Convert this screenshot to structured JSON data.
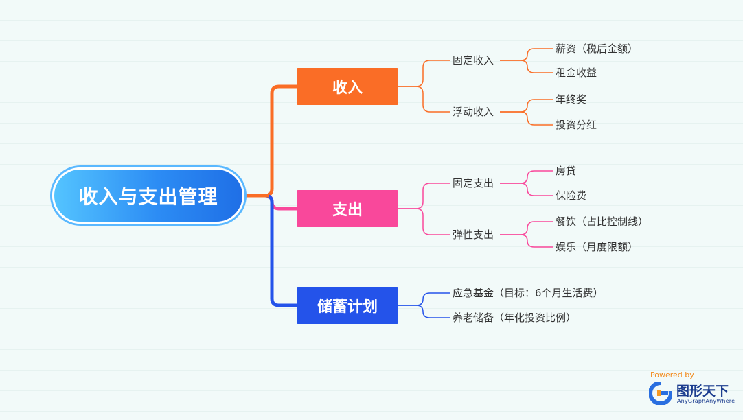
{
  "root": {
    "label": "收入与支出管理"
  },
  "branches": {
    "income": {
      "label": "收入",
      "fixed": {
        "label": "固定收入",
        "items": [
          "薪资（税后金额）",
          "租金收益"
        ]
      },
      "floating": {
        "label": "浮动收入",
        "items": [
          "年终奖",
          "投资分红"
        ]
      }
    },
    "expense": {
      "label": "支出",
      "fixed": {
        "label": "固定支出",
        "items": [
          "房贷",
          "保险费"
        ]
      },
      "flexible": {
        "label": "弹性支出",
        "items": [
          "餐饮（占比控制线）",
          "娱乐（月度限额）"
        ]
      }
    },
    "saving": {
      "label": "储蓄计划",
      "items": [
        "应急基金（目标：6个月生活费）",
        "养老储备（年化投资比例）"
      ]
    }
  },
  "colors": {
    "income": "#fa6d26",
    "expense": "#f9489b",
    "saving": "#2453ea",
    "root": "#2c8cf4"
  },
  "branding": {
    "powered_by": "Powered by",
    "name": "图形天下",
    "sub": "AnyGraphAnyWhere"
  }
}
